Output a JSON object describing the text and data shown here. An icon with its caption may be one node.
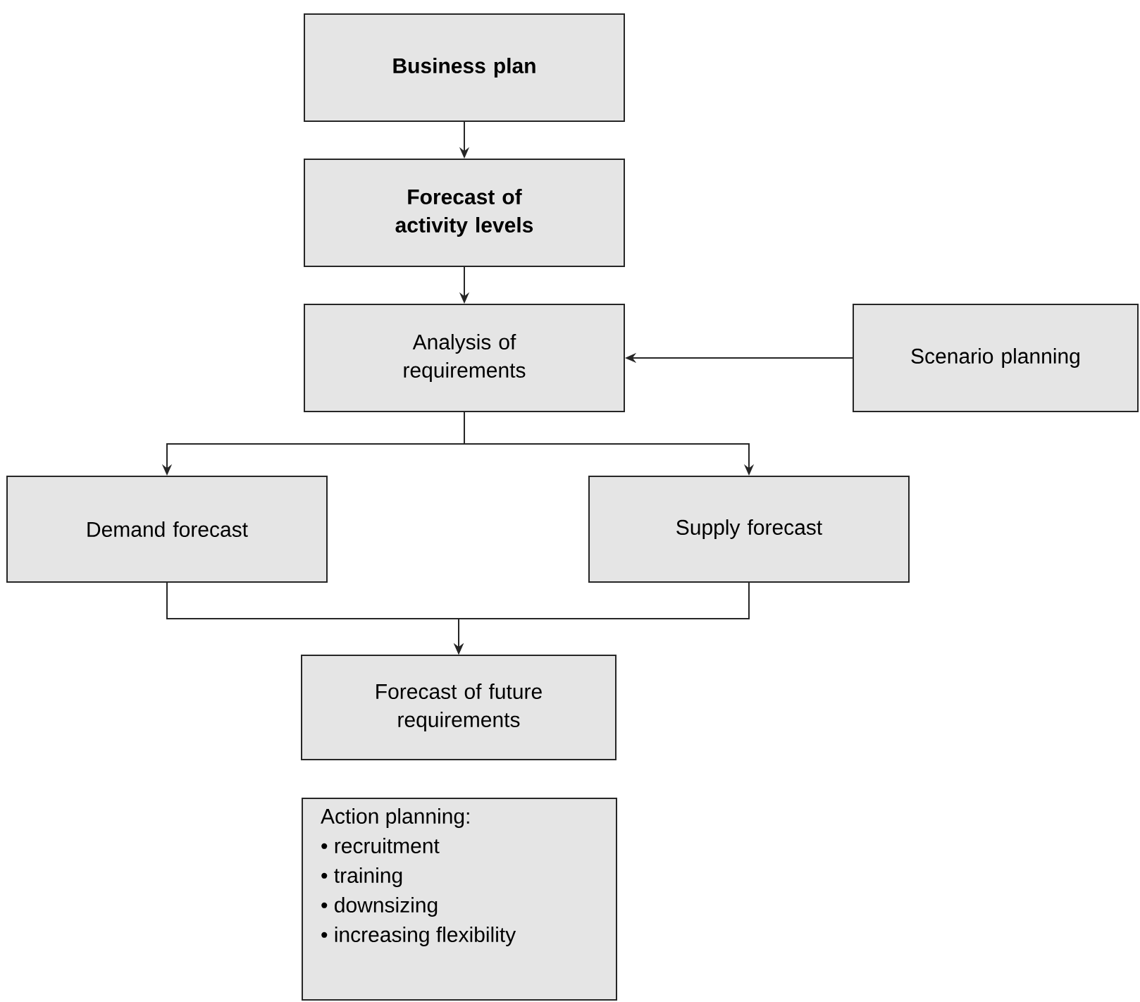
{
  "diagram": {
    "nodes": [
      {
        "text": [
          "Business plan"
        ]
      },
      {
        "text": [
          "Forecast of activity levels"
        ]
      },
      {
        "text": [
          "Analysis of requirements"
        ]
      },
      {
        "text": [
          "Scenario planning"
        ]
      },
      {
        "text": [
          "Demand forecast"
        ]
      },
      {
        "text": [
          "Supply forecast"
        ]
      },
      {
        "text": [
          "Forecast of future requirements"
        ]
      },
      {
        "text": [
          "Action planning:",
          "• recruitment",
          "• training",
          "• downsizing",
          "• increasing flexibility"
        ]
      }
    ],
    "edges": [
      {
        "from": 0,
        "to": 1,
        "arrow": "to"
      },
      {
        "from": 1,
        "to": 2,
        "arrow": "to"
      },
      {
        "from": 3,
        "to": 2,
        "arrow": "to"
      },
      {
        "from": 2,
        "to": 4,
        "arrow": "to"
      },
      {
        "from": 2,
        "to": 5,
        "arrow": "to"
      },
      {
        "from": 4,
        "to": 6,
        "arrow": "to"
      },
      {
        "from": 5,
        "to": 6,
        "arrow": "to"
      }
    ]
  }
}
